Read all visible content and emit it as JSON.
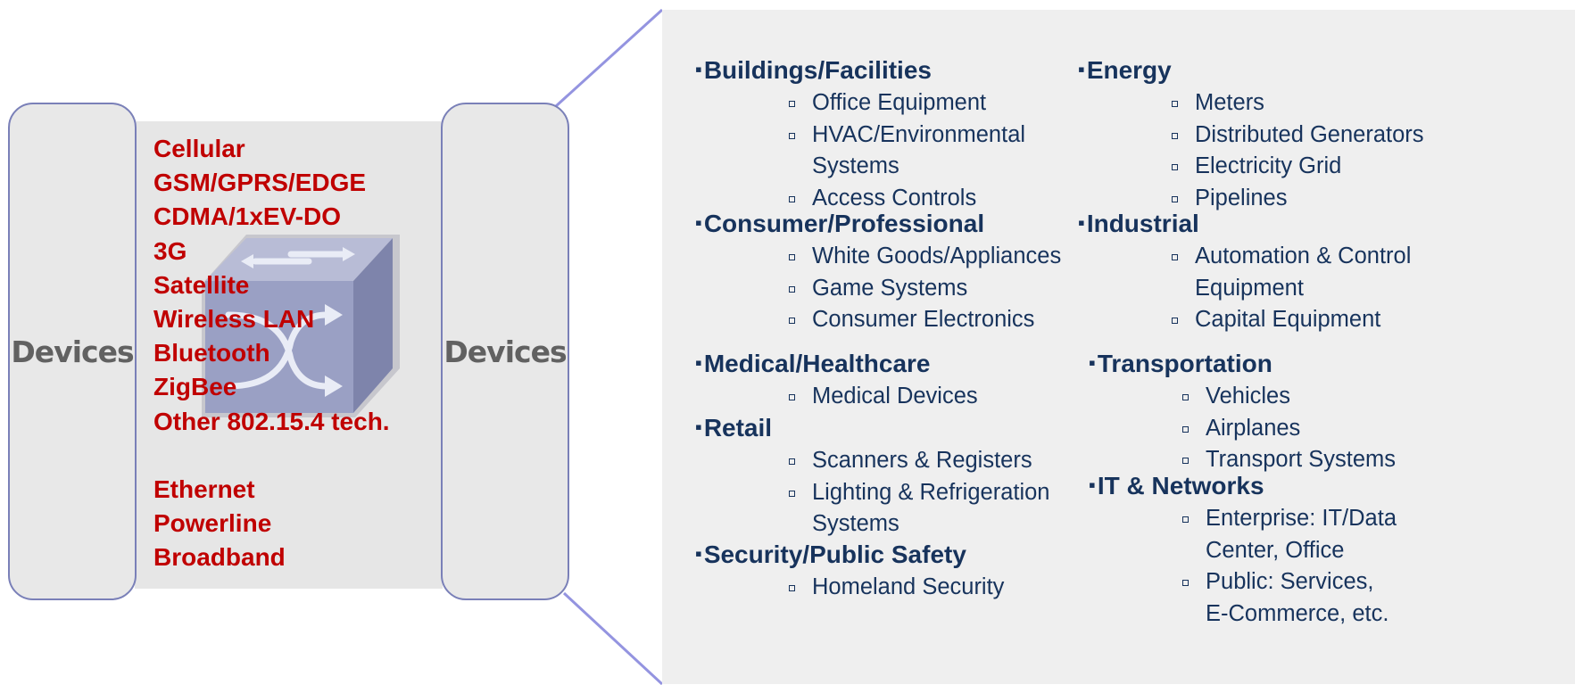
{
  "diagram": {
    "left_device_label": "Devices",
    "right_device_label": "Devices",
    "cube_icon": "network-switch-icon",
    "colors": {
      "tech_text": "#c00000",
      "category_text": "#17335c",
      "border": "#7a80b8",
      "device_text": "#616161",
      "panel_bg": "#efefef"
    },
    "technologies": [
      "Cellular",
      "GSM/GPRS/EDGE",
      "CDMA/1xEV-DO",
      "3G",
      "Satellite",
      "Wireless LAN",
      "Bluetooth",
      "ZigBee",
      "Other 802.15.4 tech.",
      "",
      "Ethernet",
      "Powerline",
      "Broadband"
    ]
  },
  "categories": [
    {
      "title": "Buildings/Facilities",
      "items": [
        "Office Equipment",
        "HVAC/Environmental",
        "Systems",
        "Access Controls"
      ]
    },
    {
      "title": "Consumer/Professional",
      "items": [
        "White Goods/Appliances",
        "Game Systems",
        "Consumer Electronics"
      ]
    },
    {
      "title": "Medical/Healthcare",
      "items": [
        "Medical Devices"
      ]
    },
    {
      "title": "Retail",
      "items": [
        "Scanners & Registers",
        "Lighting & Refrigeration",
        "Systems"
      ]
    },
    {
      "title": "Security/Public Safety",
      "items": [
        "Homeland Security"
      ]
    },
    {
      "title": "Energy",
      "items": [
        "Meters",
        "Distributed Generators",
        "Electricity Grid",
        "Pipelines"
      ]
    },
    {
      "title": "Industrial",
      "items": [
        "Automation & Control",
        "Equipment",
        "Capital Equipment"
      ]
    },
    {
      "title": "Transportation",
      "items": [
        "Vehicles",
        "Airplanes",
        "Transport Systems"
      ]
    },
    {
      "title": "IT & Networks",
      "items": [
        "Enterprise: IT/Data",
        "Center, Office",
        "Public: Services,",
        "E-Commerce, etc."
      ]
    }
  ]
}
